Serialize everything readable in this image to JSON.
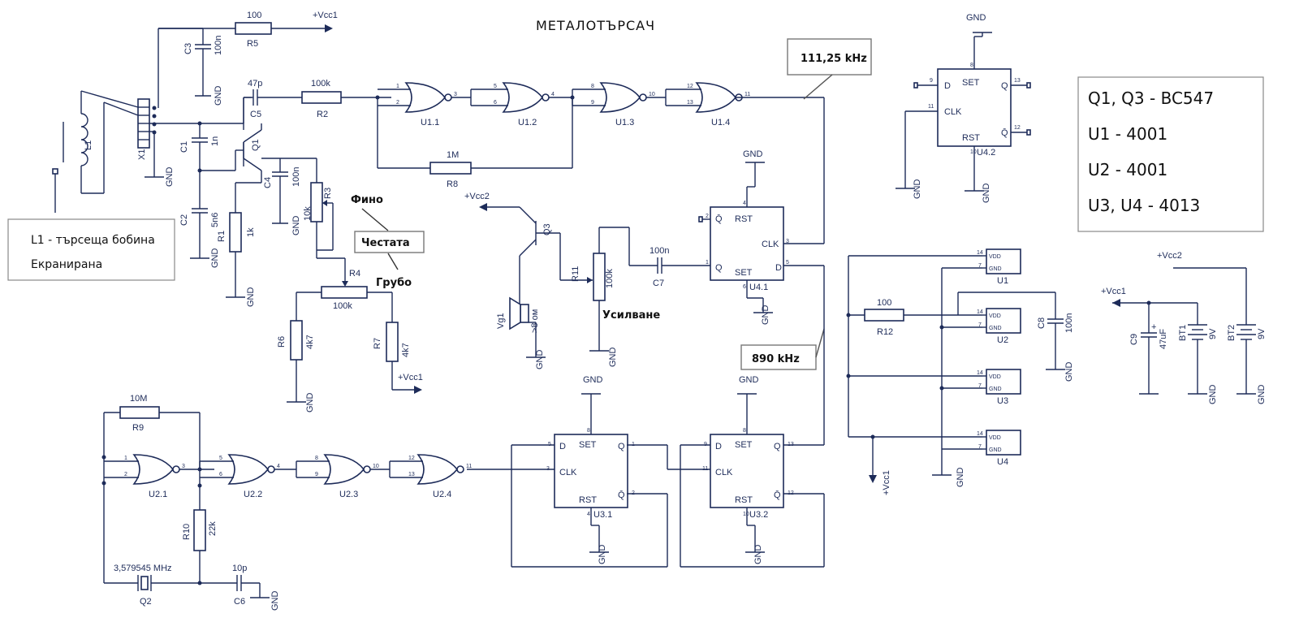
{
  "title": "МЕТАЛОТЪРСАЧ",
  "freq_upper": "111,25 kHz",
  "freq_lower": "890 kHz",
  "coil_note": {
    "line1": "L1 - търсеща бобина",
    "line2": "Екранирана"
  },
  "adj": {
    "fine": "Фино",
    "freq": "Честата",
    "coarse": "Грубо",
    "gain": "Усилване"
  },
  "legend": [
    "Q1, Q3 - BC547",
    "U1 - 4001",
    "U2 - 4001",
    "U3, U4 - 4013"
  ],
  "nets": {
    "vcc1": "+Vcc1",
    "vcc2": "+Vcc2",
    "gnd": "GND"
  },
  "parts": {
    "r5": "R5",
    "r5v": "100",
    "c3": "C3",
    "c3v": "100n",
    "c5": "C5",
    "c5v": "47p",
    "r2": "R2",
    "r2v": "100k",
    "x1": "X1",
    "l1": "L1",
    "q1": "Q1",
    "c1": "C1",
    "c1v": "1n",
    "c2": "C2",
    "c2v": "5n6",
    "r1": "R1",
    "r1v": "1k",
    "c4": "C4",
    "c4v": "100n",
    "r3": "R3",
    "r3v": "10k",
    "r4": "R4",
    "r4v": "100k",
    "r6": "R6",
    "r6v": "4k7",
    "r7": "R7",
    "r7v": "4k7",
    "r8": "R8",
    "r8v": "1M",
    "u11": "U1.1",
    "u12": "U1.2",
    "u13": "U1.3",
    "u14": "U1.4",
    "q3": "Q3",
    "r11": "R11",
    "r11v": "100k",
    "c7": "C7",
    "c7v": "100n",
    "vg1": "Vg1",
    "vg1v": ">8 ом",
    "u41": "U4.1",
    "u42": "U4.2",
    "u31": "U3.1",
    "u32": "U3.2",
    "r9": "R9",
    "r9v": "10M",
    "r10": "R10",
    "r10v": "22k",
    "q2": "Q2",
    "q2v": "3,579545 MHz",
    "c6": "C6",
    "c6v": "10p",
    "u21": "U2.1",
    "u22": "U2.2",
    "u23": "U2.3",
    "u24": "U2.4",
    "r12": "R12",
    "r12v": "100",
    "c8": "C8",
    "c8v": "100n",
    "c9": "C9",
    "c9v": "47uF",
    "bt1": "BT1",
    "bt2": "BT2",
    "btv": "9V",
    "u1": "U1",
    "u2": "U2",
    "u3": "U3",
    "u4": "U4"
  },
  "ff_pins": {
    "set": "SET",
    "rst": "RST",
    "clk": "CLK",
    "d": "D",
    "q": "Q",
    "qbar": "Q̄",
    "vdd": "VDD",
    "gnd": "GND"
  }
}
